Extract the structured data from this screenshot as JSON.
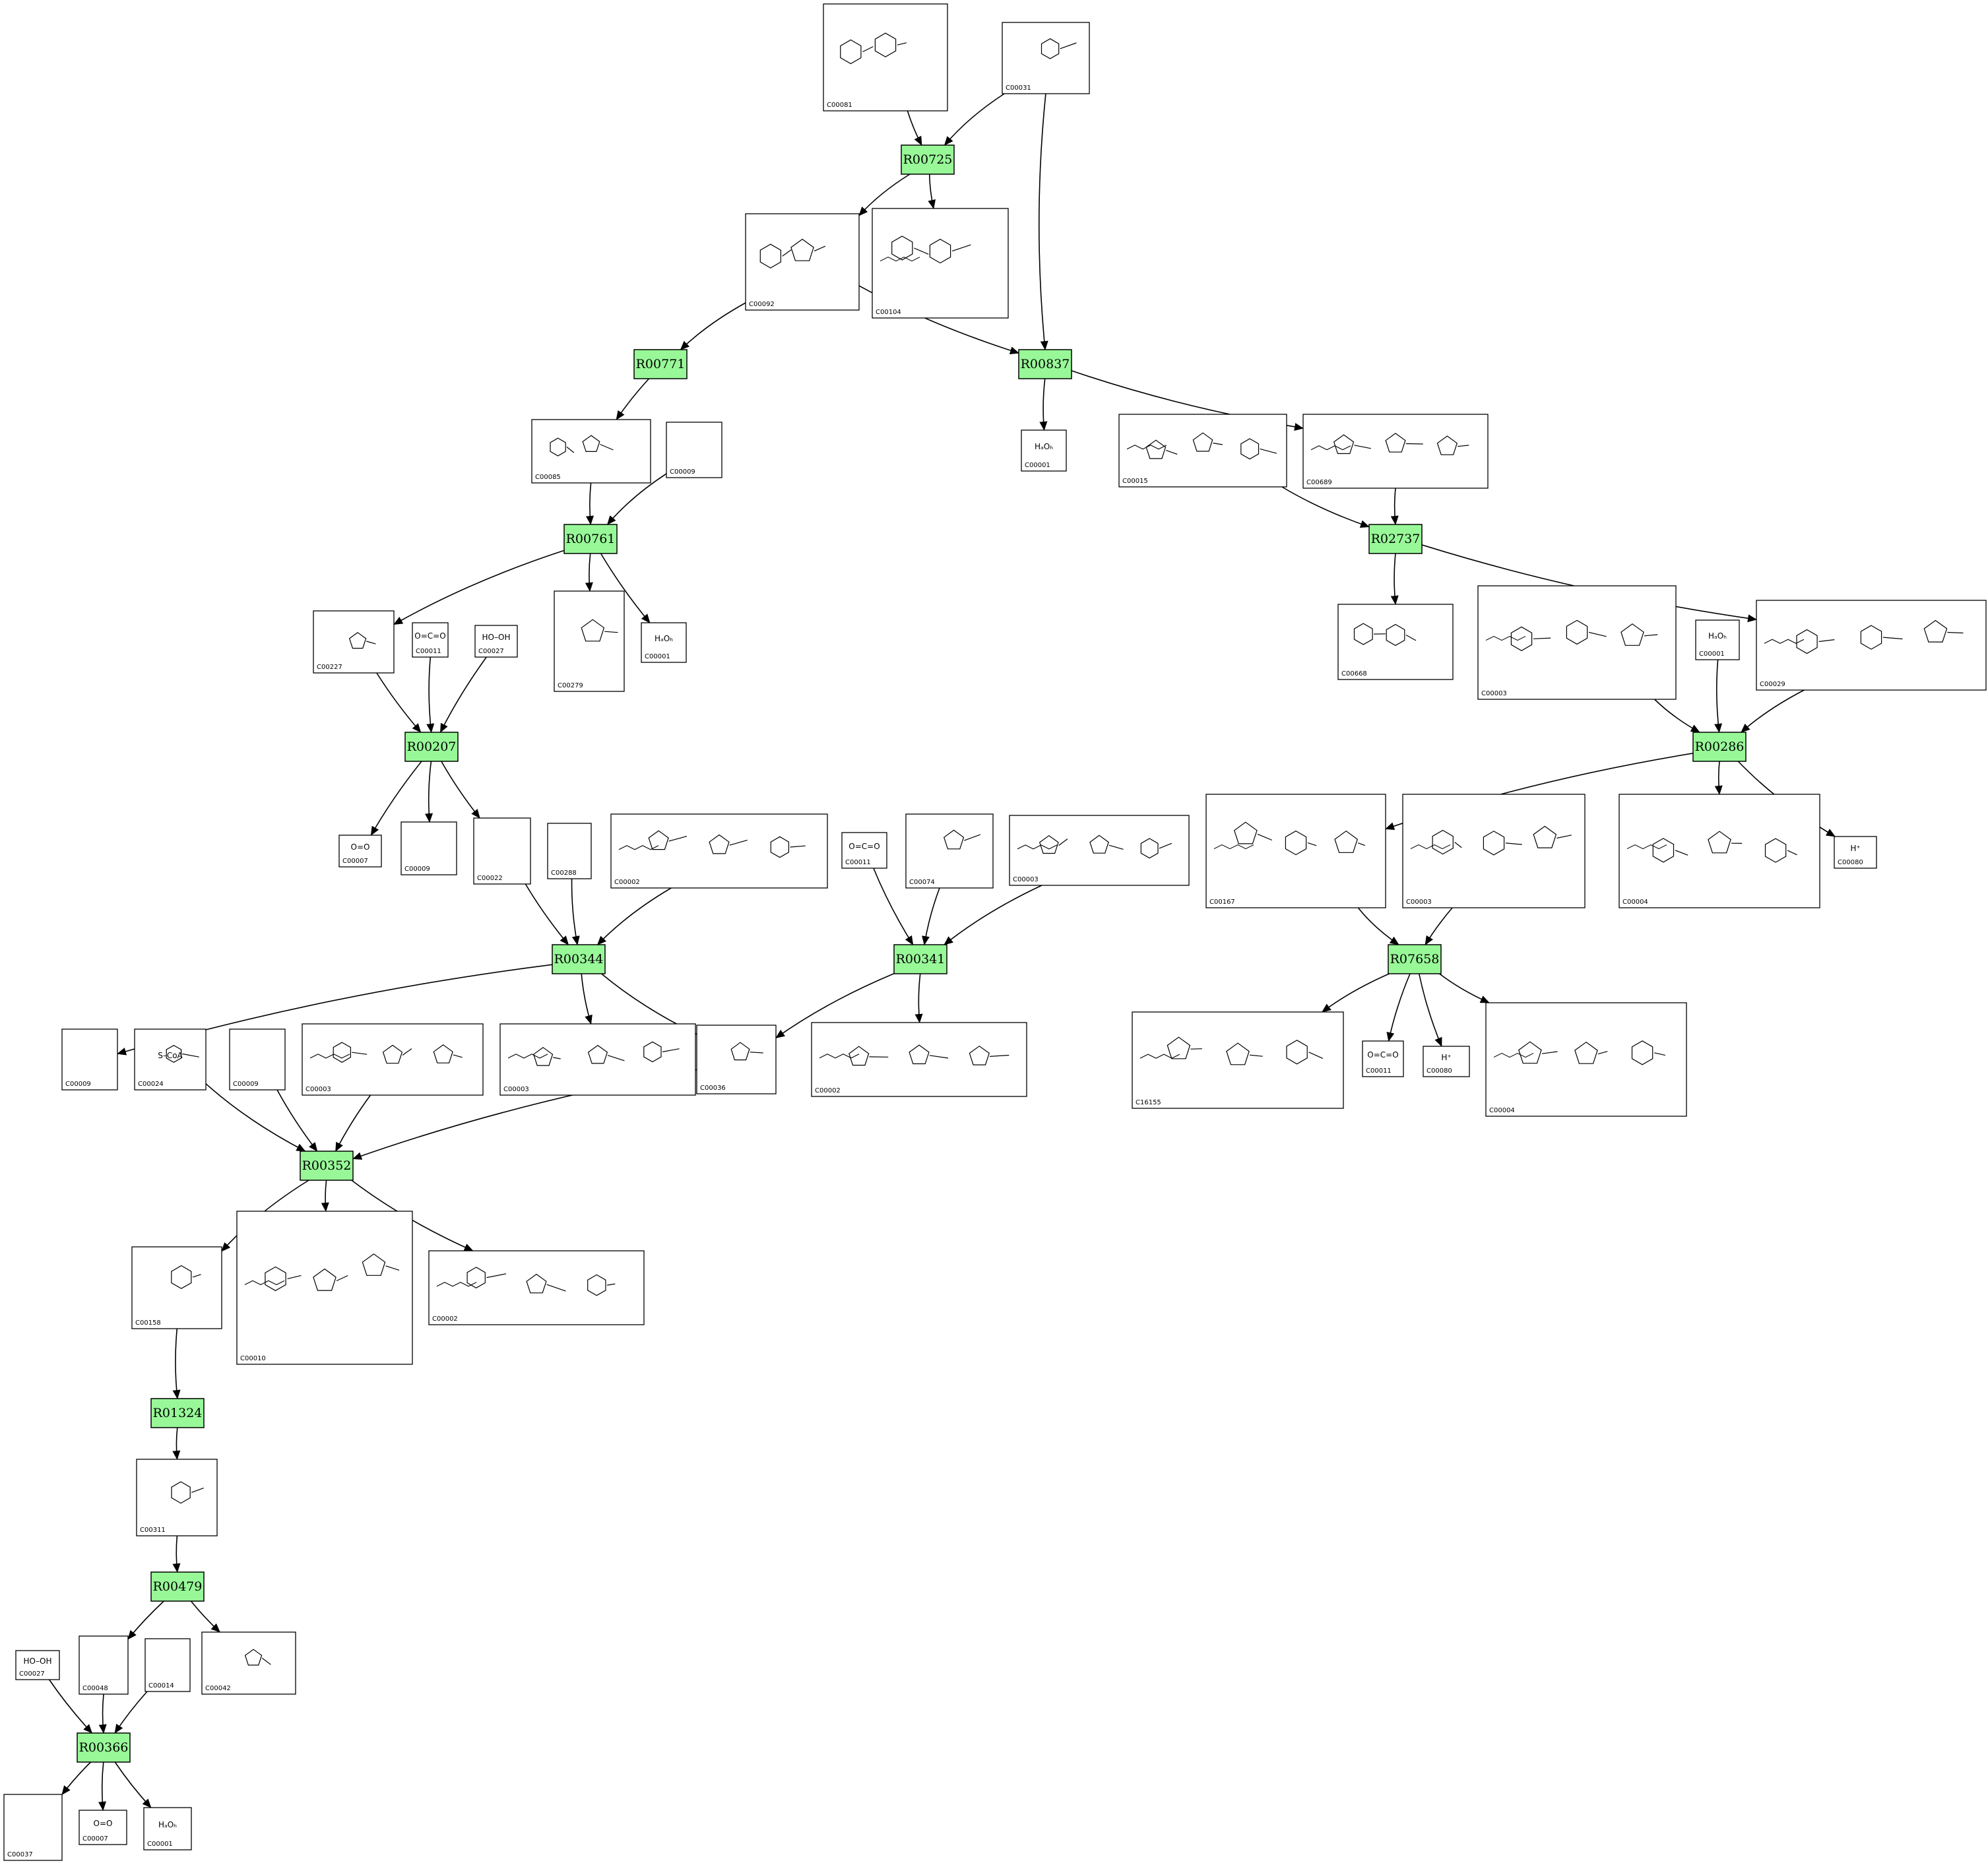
{
  "colors": {
    "reaction_fill": "#98f898",
    "stroke": "#000000",
    "background": "#ffffff"
  },
  "reactions": [
    {
      "id": "R00725"
    },
    {
      "id": "R00837"
    },
    {
      "id": "R00771"
    },
    {
      "id": "R00761"
    },
    {
      "id": "R02737"
    },
    {
      "id": "R00207"
    },
    {
      "id": "R00286"
    },
    {
      "id": "R00344"
    },
    {
      "id": "R00341"
    },
    {
      "id": "R07658"
    },
    {
      "id": "R00352"
    },
    {
      "id": "R01324"
    },
    {
      "id": "R00479"
    },
    {
      "id": "R00366"
    }
  ],
  "compounds": [
    {
      "key": "c081",
      "id": "C00081",
      "text": ""
    },
    {
      "key": "c031",
      "id": "C00031",
      "text": ""
    },
    {
      "key": "c092",
      "id": "C00092",
      "text": ""
    },
    {
      "key": "c104",
      "id": "C00104",
      "text": ""
    },
    {
      "key": "c085",
      "id": "C00085",
      "text": ""
    },
    {
      "key": "c009a",
      "id": "C00009",
      "text": ""
    },
    {
      "key": "c001a",
      "id": "C00001",
      "text": "HₐOₕ"
    },
    {
      "key": "c015",
      "id": "C00015",
      "text": ""
    },
    {
      "key": "c689",
      "id": "C00689",
      "text": ""
    },
    {
      "key": "c227",
      "id": "C00227",
      "text": ""
    },
    {
      "key": "c011a",
      "id": "C00011",
      "text": "O=C=O"
    },
    {
      "key": "c027a",
      "id": "C00027",
      "text": "HO–OH"
    },
    {
      "key": "c279",
      "id": "C00279",
      "text": ""
    },
    {
      "key": "c001b",
      "id": "C00001",
      "text": "HₐOₕ"
    },
    {
      "key": "c668",
      "id": "C00668",
      "text": ""
    },
    {
      "key": "c003a",
      "id": "C00003",
      "text": ""
    },
    {
      "key": "c001c",
      "id": "C00001",
      "text": "HₐOₕ"
    },
    {
      "key": "c029",
      "id": "C00029",
      "text": ""
    },
    {
      "key": "c007a",
      "id": "C00007",
      "text": "O=O"
    },
    {
      "key": "c009b",
      "id": "C00009",
      "text": ""
    },
    {
      "key": "c022",
      "id": "C00022",
      "text": ""
    },
    {
      "key": "c288",
      "id": "C00288",
      "text": ""
    },
    {
      "key": "c002a",
      "id": "C00002",
      "text": ""
    },
    {
      "key": "c011b",
      "id": "C00011",
      "text": "O=C=O"
    },
    {
      "key": "c074",
      "id": "C00074",
      "text": ""
    },
    {
      "key": "c003b",
      "id": "C00003",
      "text": ""
    },
    {
      "key": "c167",
      "id": "C00167",
      "text": ""
    },
    {
      "key": "c003c",
      "id": "C00003",
      "text": ""
    },
    {
      "key": "c004a",
      "id": "C00004",
      "text": ""
    },
    {
      "key": "c080a",
      "id": "C00080",
      "text": "H⁺"
    },
    {
      "key": "c009c",
      "id": "C00009",
      "text": ""
    },
    {
      "key": "c024",
      "id": "C00024",
      "text": "S–CoA"
    },
    {
      "key": "c009d",
      "id": "C00009",
      "text": ""
    },
    {
      "key": "c003d",
      "id": "C00003",
      "text": ""
    },
    {
      "key": "c003e",
      "id": "C00003",
      "text": ""
    },
    {
      "key": "c036",
      "id": "C00036",
      "text": ""
    },
    {
      "key": "c002b",
      "id": "C00002",
      "text": ""
    },
    {
      "key": "c16155",
      "id": "C16155",
      "text": ""
    },
    {
      "key": "c011c",
      "id": "C00011",
      "text": "O=C=O"
    },
    {
      "key": "c080b",
      "id": "C00080",
      "text": "H⁺"
    },
    {
      "key": "c004b",
      "id": "C00004",
      "text": ""
    },
    {
      "key": "c158",
      "id": "C00158",
      "text": ""
    },
    {
      "key": "c010",
      "id": "C00010",
      "text": ""
    },
    {
      "key": "c002c",
      "id": "C00002",
      "text": ""
    },
    {
      "key": "c311",
      "id": "C00311",
      "text": ""
    },
    {
      "key": "c027b",
      "id": "C00027",
      "text": "HO–OH"
    },
    {
      "key": "c048",
      "id": "C00048",
      "text": ""
    },
    {
      "key": "c014",
      "id": "C00014",
      "text": ""
    },
    {
      "key": "c042",
      "id": "C00042",
      "text": ""
    },
    {
      "key": "c037",
      "id": "C00037",
      "text": ""
    },
    {
      "key": "c007b",
      "id": "C00007",
      "text": "O=O"
    },
    {
      "key": "c001d",
      "id": "C00001",
      "text": "HₐOₕ"
    }
  ],
  "edges": [
    [
      "c081",
      "R00725"
    ],
    [
      "c031",
      "R00725"
    ],
    [
      "R00725",
      "c092"
    ],
    [
      "R00725",
      "c104"
    ],
    [
      "c031",
      "R00837"
    ],
    [
      "c092",
      "R00837"
    ],
    [
      "c092",
      "R00771"
    ],
    [
      "R00837",
      "c001a"
    ],
    [
      "R00837",
      "c689"
    ],
    [
      "R00771",
      "c085"
    ],
    [
      "c085",
      "R00761"
    ],
    [
      "c009a",
      "R00761"
    ],
    [
      "R00761",
      "c227"
    ],
    [
      "R00761",
      "c279"
    ],
    [
      "R00761",
      "c001b"
    ],
    [
      "c015",
      "R02737"
    ],
    [
      "c689",
      "R02737"
    ],
    [
      "R02737",
      "c668"
    ],
    [
      "R02737",
      "c029"
    ],
    [
      "c227",
      "R00207"
    ],
    [
      "c011a",
      "R00207"
    ],
    [
      "c027a",
      "R00207"
    ],
    [
      "R00207",
      "c007a"
    ],
    [
      "R00207",
      "c009b"
    ],
    [
      "R00207",
      "c022"
    ],
    [
      "c003a",
      "R00286"
    ],
    [
      "c001c",
      "R00286"
    ],
    [
      "c029",
      "R00286"
    ],
    [
      "R00286",
      "c167"
    ],
    [
      "R00286",
      "c004a"
    ],
    [
      "R00286",
      "c080a"
    ],
    [
      "c022",
      "R00344"
    ],
    [
      "c288",
      "R00344"
    ],
    [
      "c002a",
      "R00344"
    ],
    [
      "R00344",
      "c009c"
    ],
    [
      "R00344",
      "c003e"
    ],
    [
      "R00344",
      "c036"
    ],
    [
      "c011b",
      "R00341"
    ],
    [
      "c074",
      "R00341"
    ],
    [
      "c003b",
      "R00341"
    ],
    [
      "R00341",
      "c036"
    ],
    [
      "R00341",
      "c002b"
    ],
    [
      "c167",
      "R07658"
    ],
    [
      "c003c",
      "R07658"
    ],
    [
      "R07658",
      "c16155"
    ],
    [
      "R07658",
      "c011c"
    ],
    [
      "R07658",
      "c080b"
    ],
    [
      "R07658",
      "c004b"
    ],
    [
      "c024",
      "R00352"
    ],
    [
      "c009d",
      "R00352"
    ],
    [
      "c003d",
      "R00352"
    ],
    [
      "c036",
      "R00352"
    ],
    [
      "R00352",
      "c158"
    ],
    [
      "R00352",
      "c010"
    ],
    [
      "R00352",
      "c002c"
    ],
    [
      "c158",
      "R01324"
    ],
    [
      "R01324",
      "c311"
    ],
    [
      "c311",
      "R00479"
    ],
    [
      "R00479",
      "c048"
    ],
    [
      "R00479",
      "c042"
    ],
    [
      "c027b",
      "R00366"
    ],
    [
      "c048",
      "R00366"
    ],
    [
      "c014",
      "R00366"
    ],
    [
      "R00366",
      "c037"
    ],
    [
      "R00366",
      "c007b"
    ],
    [
      "R00366",
      "c001d"
    ]
  ]
}
